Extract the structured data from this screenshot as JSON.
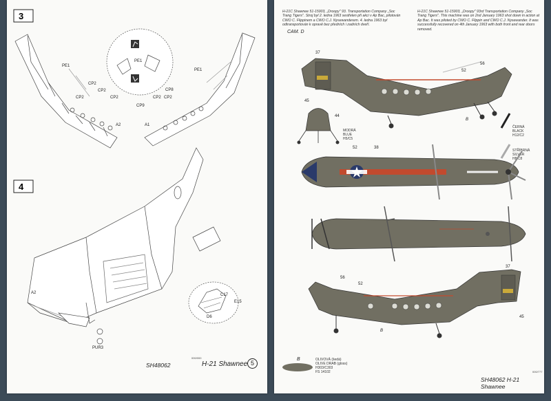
{
  "left_page": {
    "step3": "3",
    "step4": "4",
    "footer_code": "SH48062",
    "footer_title": "H-21 Shawnee",
    "page_number": "5",
    "pub_code": "000/000",
    "parts": {
      "pe1": "PE1",
      "cp2": "CP2",
      "cp8": "CP8",
      "cp9": "CP9",
      "a1": "A1",
      "a2": "A2",
      "c17": "C17",
      "e15": "E15",
      "d6": "D6",
      "pur3": "PUR3"
    }
  },
  "right_page": {
    "desc_cz": "H-21C Shawnee 51-15903, „Droopy\" 93. Transportation Company „Soc Trang Tigers\". Stroj byl 2. ledna 1963 sestřelen při akci v Ap Bac, pilotován CWO C. Flippinem a CWO C.J. Nysewanderem. 4. ledna 1963 byl odtransportován k opravě bez předních i zadních dveří.",
    "desc_en": "H-21C Shawnee 51-15903, „Droopy\" 93rd Transportation Company „Soc Trang Tigers\". This machine was on 2nd January 1963 shot down in action at Ap Bac. It was piloted by CWO C. Flippin and CWO C.J. Nysewander. It was successfully recovered on 4th January 1963 with both front and rear doors removed.",
    "cam_label": "CAM. D",
    "callouts": {
      "c37": "37",
      "c52": "52",
      "c56": "56",
      "c45": "45",
      "c44": "44",
      "c38": "38",
      "b": "B"
    },
    "color_notes": {
      "blue": [
        "MODRÁ",
        "BLUE",
        "H5/C5"
      ],
      "black": [
        "ČERNÁ",
        "BLACK",
        "H12/C2"
      ],
      "silver": [
        "STŘÍBRNÁ",
        "SILVER",
        "H8/C8"
      ]
    },
    "legend": {
      "letter": "B",
      "lines": [
        "OLIVOVÁ (šedá)",
        "OLIVE DRAB (gloss)",
        "H303/C303",
        "FS 14102"
      ]
    },
    "footer": "SH48062 H-21 Shawnee",
    "pub_code": "000/777"
  }
}
